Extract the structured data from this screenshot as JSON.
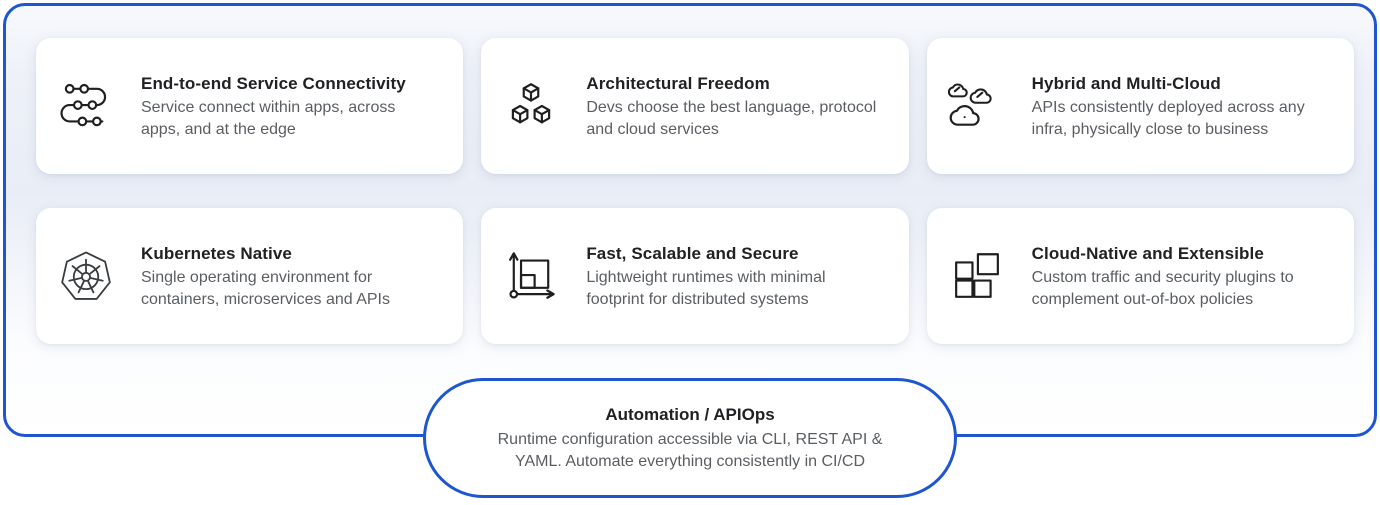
{
  "colors": {
    "accent_blue": "#1e56d0",
    "panel_background_tint": "#e9edf6",
    "card_background": "#ffffff",
    "title_text": "#202124",
    "body_text": "#5a5e63",
    "icon_stroke": "#1f1f1f"
  },
  "cards": [
    {
      "icon": "service-connectivity-route-icon",
      "title": "End-to-end Service Connectivity",
      "description": "Service connect within apps, across apps, and at the edge"
    },
    {
      "icon": "architecture-cubes-icon",
      "title": "Architectural Freedom",
      "description": "Devs choose the best language, protocol and cloud services"
    },
    {
      "icon": "multi-cloud-icon",
      "title": "Hybrid and Multi-Cloud",
      "description": "APIs consistently deployed across any infra, physically close to business"
    },
    {
      "icon": "kubernetes-helm-icon",
      "title": "Kubernetes Native",
      "description": "Single operating environment for containers, microservices and APIs"
    },
    {
      "icon": "scalability-axes-icon",
      "title": "Fast, Scalable and Secure",
      "description": "Lightweight runtimes with minimal footprint for distributed systems"
    },
    {
      "icon": "extensible-plugins-icon",
      "title": "Cloud-Native and Extensible",
      "description": "Custom traffic and security plugins to complement out-of-box policies"
    }
  ],
  "capsule": {
    "title": "Automation / APIOps",
    "description": "Runtime configuration accessible via CLI, REST API & YAML. Automate everything consistently in CI/CD"
  }
}
